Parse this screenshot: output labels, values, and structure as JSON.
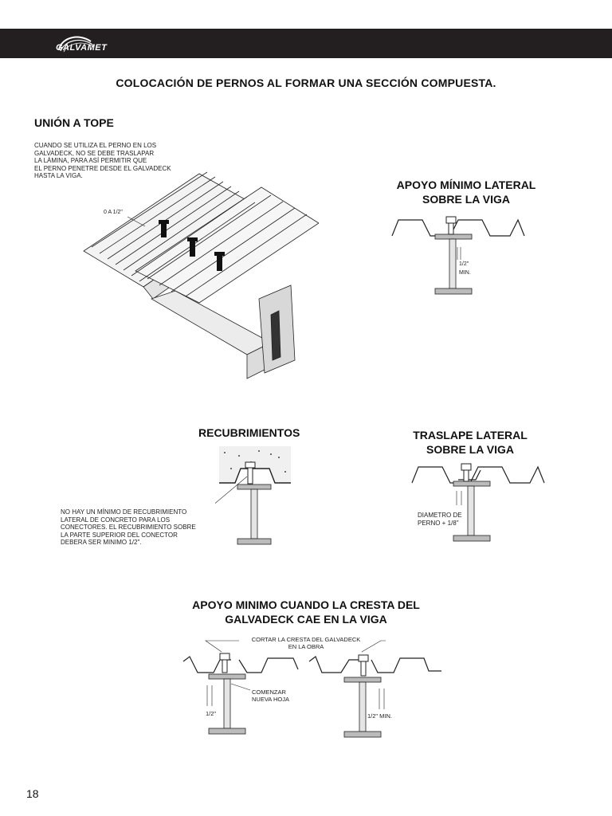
{
  "header": {
    "brand": "GALVAMET"
  },
  "page_title": "COLOCACIÓN DE PERNOS AL FORMAR UNA SECCIÓN COMPUESTA.",
  "union": {
    "title": "UNIÓN A TOPE",
    "note_lines": [
      "CUANDO SE UTILIZA EL PERNO EN LOS",
      "GALVADECK, NO SE DEBE TRASLAPAR",
      "LA LÁMINA, PARA ASÍ PERMITIR QUE",
      "EL PERNO PENETRE DESDE EL GALVADECK",
      "HASTA LA VIGA."
    ],
    "gap_label": "0 A 1/2\""
  },
  "apoyo_lateral": {
    "title_lines": [
      "APOYO MÍNIMO LATERAL",
      "SOBRE LA VIGA"
    ],
    "dim_label": "1/2\"",
    "min_label": "MIN."
  },
  "recubrimientos": {
    "title": "RECUBRIMIENTOS",
    "note_lines": [
      "NO HAY UN MÍNIMO DE RECUBRIMIENTO",
      "LATERAL DE CONCRETO PARA LOS",
      "CONECTORES. EL RECUBRIMIENTO SOBRE",
      "LA PARTE SUPERIOR DEL CONECTOR",
      "DEBERA SER MINIMO 1/2\"."
    ]
  },
  "traslape": {
    "title_lines": [
      "TRASLAPE LATERAL",
      "SOBRE LA VIGA"
    ],
    "note_lines": [
      "DIAMETRO DE",
      "PERNO + 1/8\""
    ]
  },
  "apoyo_cresta": {
    "title_lines": [
      "APOYO MINIMO CUANDO LA CRESTA DEL",
      "GALVADECK CAE EN LA VIGA"
    ],
    "cut_note_lines": [
      "CORTAR LA CRESTA DEL GALVADECK",
      "EN LA OBRA"
    ],
    "start_note_lines": [
      "COMENZAR",
      "NUEVA HOJA"
    ],
    "left_dim": "1/2\"",
    "right_dim": "1/2\" MIN."
  },
  "page_number": "18"
}
